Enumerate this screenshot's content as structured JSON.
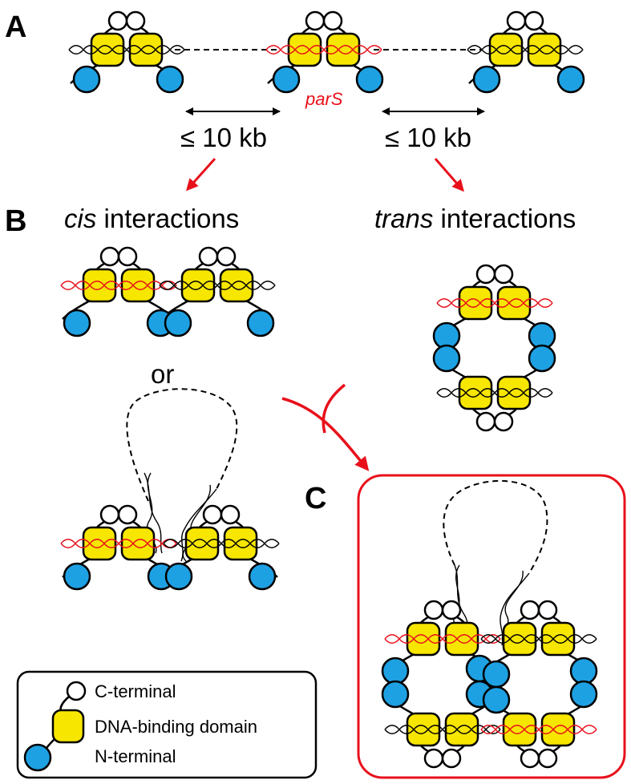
{
  "panels": {
    "a": "A",
    "b": "B",
    "c": "C"
  },
  "labels": {
    "pars": "parS",
    "distance_left": "≤ 10 kb",
    "distance_right": "≤ 10 kb",
    "cis_italic": "cis",
    "cis_rest": " interactions",
    "trans_italic": "trans",
    "trans_rest": " interactions",
    "or": "or"
  },
  "legend": {
    "c_terminal": "C-terminal",
    "dna_binding": "DNA-binding domain",
    "n_terminal": "N-terminal"
  },
  "colors": {
    "yellow": "#f7e600",
    "blue": "#1ea1e3",
    "red": "#e8101b",
    "black": "#000000"
  }
}
